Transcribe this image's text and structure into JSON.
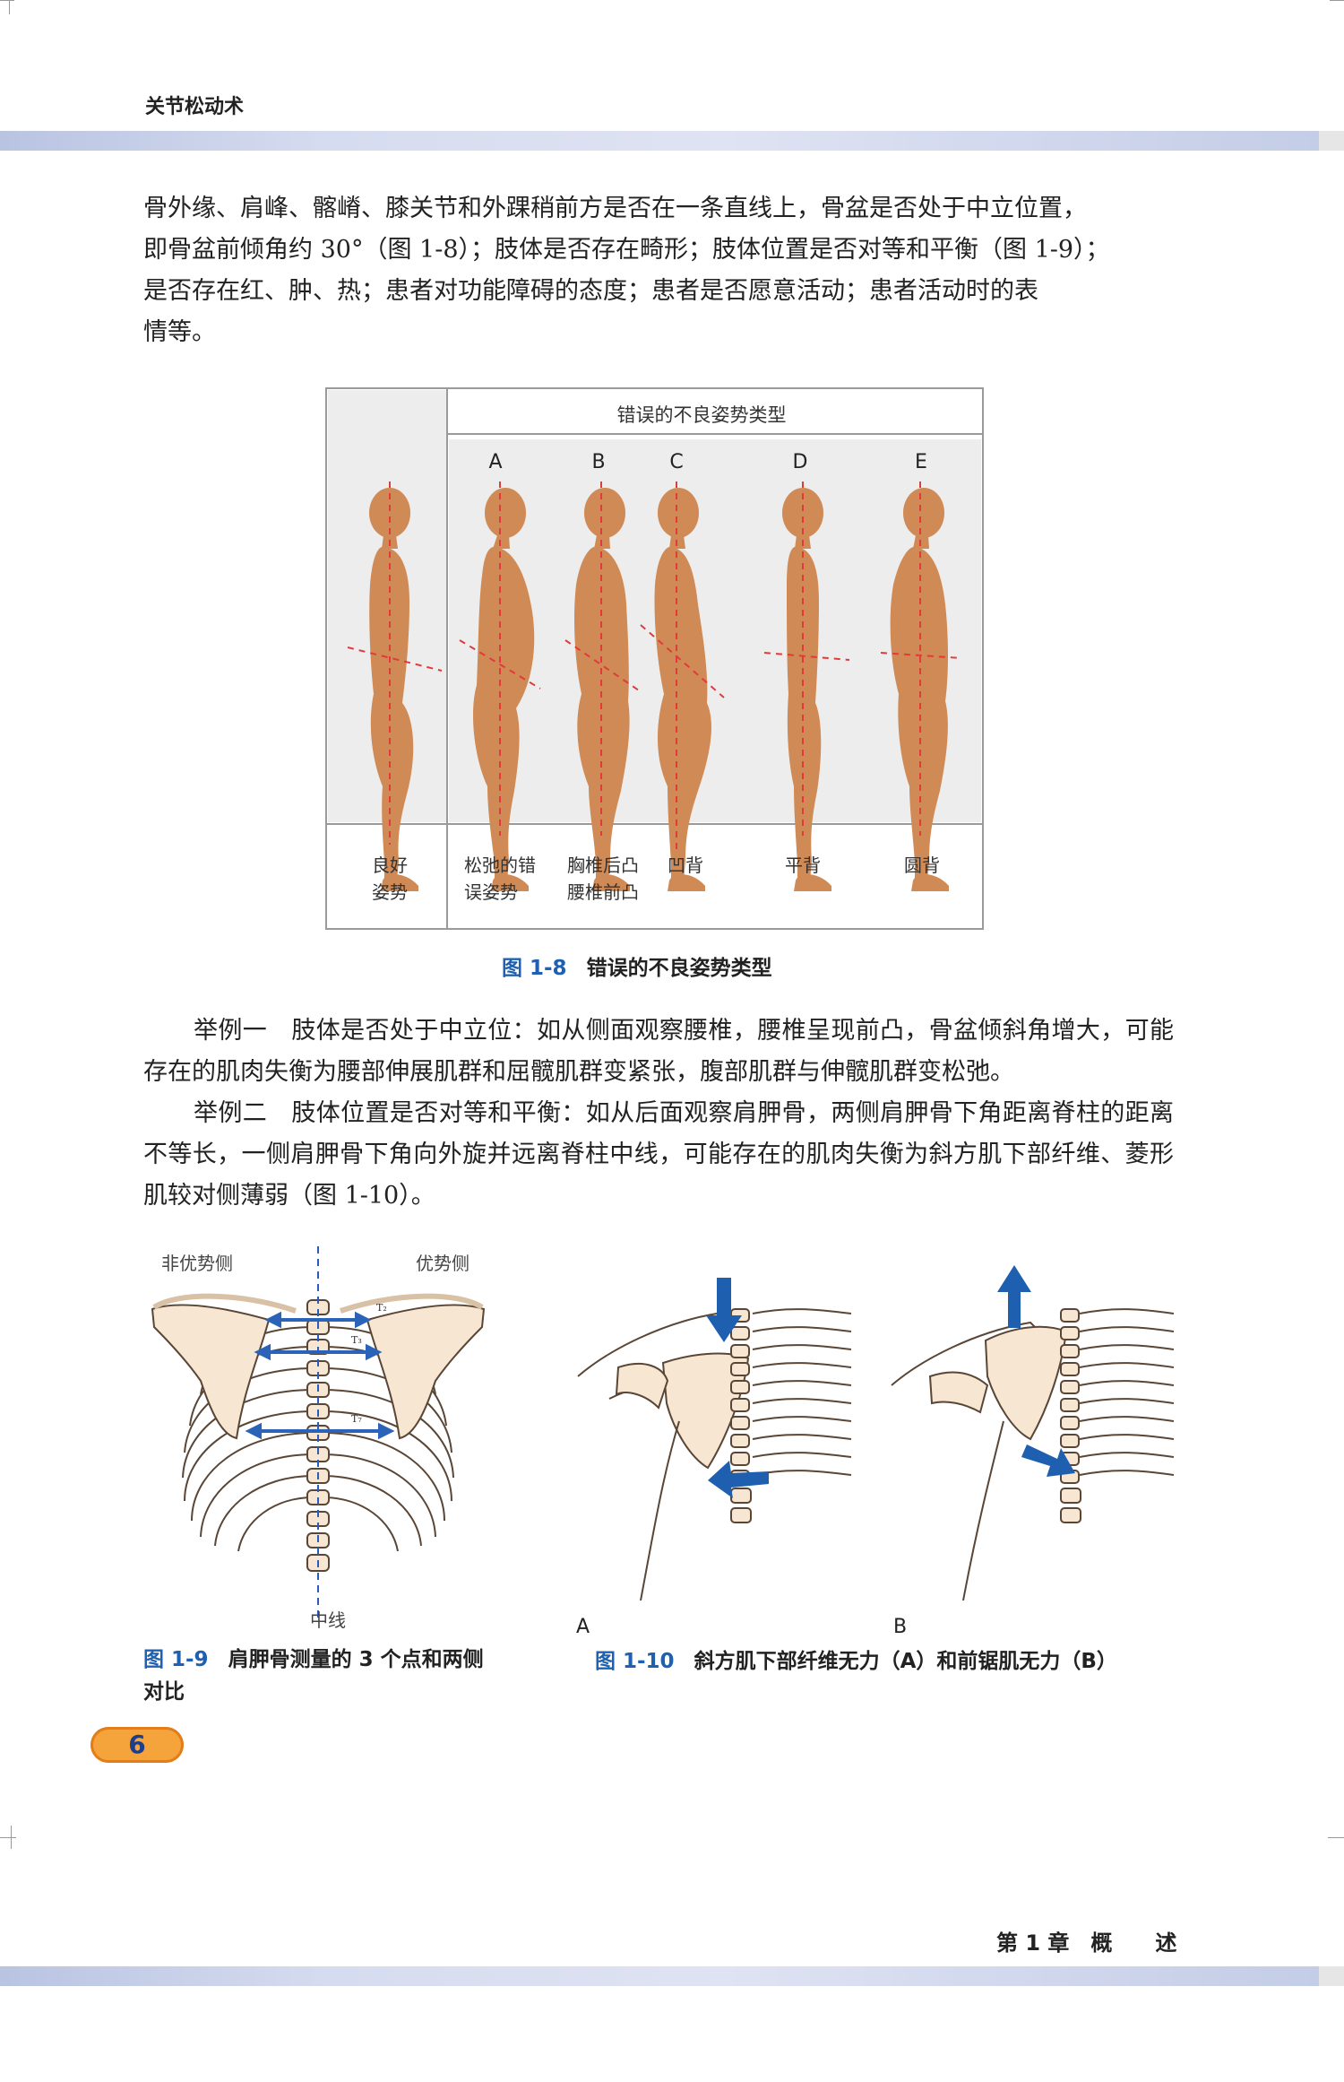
{
  "header": {
    "running_head": "关节松动术"
  },
  "body": {
    "paragraph1_lines": [
      "骨外缘、肩峰、髂嵴、膝关节和外踝稍前方是否在一条直线上，骨盆是否处于中立位置，",
      "即骨盆前倾角约 30°（图 1-8）；肢体是否存在畸形；肢体位置是否对等和平衡（图 1-9）；",
      "是否存在红、肿、热；患者对功能障碍的态度；患者是否愿意活动；患者活动时的表",
      "情等。"
    ],
    "example1": "举例一　肢体是否处于中立位：如从侧面观察腰椎，腰椎呈现前凸，骨盆倾斜角增大，可能存在的肌肉失衡为腰部伸展肌群和屈髋肌群变紧张，腹部肌群与伸髋肌群变松弛。",
    "example2": "举例二　肢体位置是否对等和平衡：如从后面观察肩胛骨，两侧肩胛骨下角距离脊柱的距离不等长，一侧肩胛骨下角向外旋并远离脊柱中线，可能存在的肌肉失衡为斜方肌下部纤维、菱形肌较对侧薄弱（图 1-10）。"
  },
  "figure_1_8": {
    "header": "错误的不良姿势类型",
    "letters": [
      "A",
      "B",
      "C",
      "D",
      "E"
    ],
    "labels": [
      [
        "良好",
        "姿势"
      ],
      [
        "松弛的错",
        "误姿势"
      ],
      [
        "胸椎后凸",
        "腰椎前凸"
      ],
      [
        "凹背"
      ],
      [
        "平背"
      ],
      [
        "圆背"
      ]
    ],
    "caption_no": "图 1-8",
    "caption_text": "错误的不良姿势类型"
  },
  "figure_1_9": {
    "label_left": "非优势侧",
    "label_right": "优势侧",
    "label_bottom": "中线",
    "t_labels": [
      "T₂",
      "T₃",
      "T₇"
    ],
    "caption_no": "图 1-9",
    "caption_text_line1": "肩胛骨测量的 3 个点和两侧",
    "caption_text_line2": "对比"
  },
  "figure_1_10": {
    "panel_a": "A",
    "panel_b": "B",
    "caption_no": "图 1-10",
    "caption_text": "斜方肌下部纤维无力（A）和前锯肌无力（B）"
  },
  "footer": {
    "page_number": "6",
    "chapter": "第 1 章　概　　述"
  },
  "colors": {
    "skin": "#d08a55",
    "bone": "#f6e6d2",
    "arrow": "#1f5fb0",
    "accent_blue": "#1f61b0",
    "page_badge": "#f4a43a"
  }
}
